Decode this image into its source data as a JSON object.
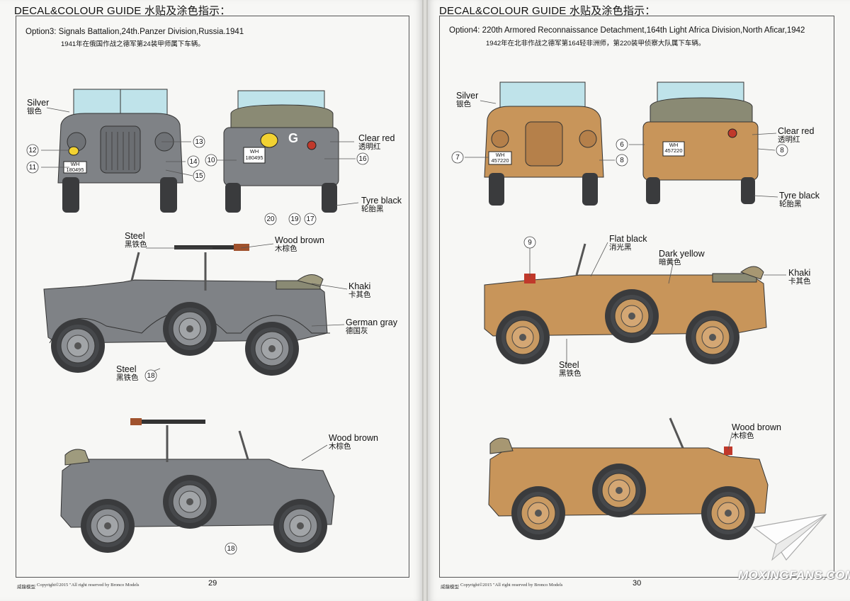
{
  "left_page": {
    "header": "DECAL&COLOUR GUIDE 水贴及涂色指示：",
    "option_title": "Option3: Signals Battalion,24th.Panzer Division,Russia.1941",
    "option_subtitle_cn": "1941年在俄国作战之德军第24装甲师属下车辆。",
    "labels": {
      "silver": "Silver",
      "silver_cn": "银色",
      "clear_red": "Clear red",
      "clear_red_cn": "透明红",
      "tyre_black": "Tyre black",
      "tyre_black_cn": "轮胎黑",
      "steel_top": "Steel",
      "steel_top_cn": "黑铁色",
      "wood_brown_top": "Wood brown",
      "wood_brown_top_cn": "木棕色",
      "khaki": "Khaki",
      "khaki_cn": "卡其色",
      "german_gray": "German gray",
      "german_gray_cn": "德国灰",
      "steel_bottom": "Steel",
      "steel_bottom_cn": "黑铁色",
      "wood_brown_bottom": "Wood brown",
      "wood_brown_bottom_cn": "木棕色"
    },
    "callouts": [
      "12",
      "11",
      "13",
      "14",
      "15",
      "10",
      "16",
      "20",
      "19",
      "17",
      "18",
      "18"
    ],
    "plates": [
      "WH 180495",
      "WH 180495"
    ],
    "tac_letter": "G",
    "footer_brand": "威龍模型",
    "footer_copyright": "Copyright©2015  \"All right reserved by Bronco Models",
    "page_number": "29"
  },
  "right_page": {
    "header": "DECAL&COLOUR GUIDE 水贴及涂色指示：",
    "option_title": "Option4: 220th Armored Reconnaissance Detachment,164th Light Africa Division,North Aficar,1942",
    "option_subtitle_cn": "1942年在北非作战之德军第164轻非洲师，第220装甲侦察大队属下车辆。",
    "labels": {
      "silver": "Silver",
      "silver_cn": "银色",
      "clear_red": "Clear red",
      "clear_red_cn": "透明红",
      "tyre_black": "Tyre black",
      "tyre_black_cn": "轮胎黑",
      "flat_black": "Flat black",
      "flat_black_cn": "消光黑",
      "dark_yellow": "Dark yellow",
      "dark_yellow_cn": "暗黄色",
      "khaki": "Khaki",
      "khaki_cn": "卡其色",
      "steel": "Steel",
      "steel_cn": "黑铁色",
      "wood_brown": "Wood brown",
      "wood_brown_cn": "木棕色"
    },
    "callouts": [
      "7",
      "8",
      "6",
      "8",
      "9"
    ],
    "plates": [
      "WH 457220",
      "WH 457220"
    ],
    "footer_brand": "威龍模型",
    "footer_copyright": "Copyright©2015  \"All right reserved by Bronco Models",
    "page_number": "30"
  },
  "watermark": "MOXINGFANS.COM",
  "colors": {
    "german_gray": "#7f8286",
    "dark_yellow": "#c8955a",
    "tyre": "#3a3b3d",
    "canvas_gray": "#8a8a74",
    "glass": "#bfe3ea"
  }
}
